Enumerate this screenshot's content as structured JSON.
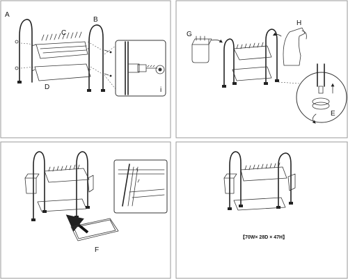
{
  "labels": {
    "A": "A",
    "B": "B",
    "C": "C",
    "D": "D",
    "i": "i",
    "G": "G",
    "H": "H",
    "E": "E",
    "F": "F"
  },
  "dimensions": "【70W× 28D × 47H】",
  "colors": {
    "line": "#222222",
    "panel_border": "#999999",
    "background": "#ffffff"
  }
}
